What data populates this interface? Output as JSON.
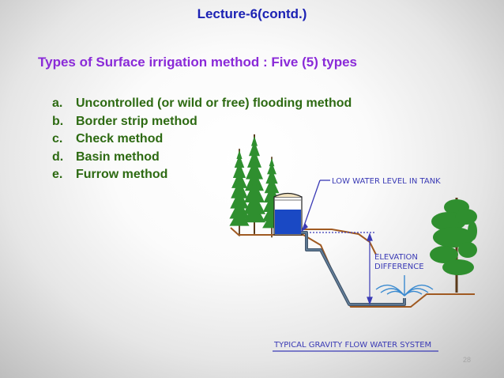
{
  "slide": {
    "title": "Lecture-6(contd.)",
    "subtitle": "Types of Surface irrigation method : Five (5)  types",
    "items": [
      {
        "marker": "a.",
        "text": "Uncontrolled (or wild or free) flooding method"
      },
      {
        "marker": "b.",
        "text": "Border strip method"
      },
      {
        "marker": "c.",
        "text": "Check method"
      },
      {
        "marker": "d.",
        "text": "Basin method"
      },
      {
        "marker": "e.",
        "text": "Furrow method"
      }
    ],
    "page_number": "28"
  },
  "diagram": {
    "label_tank": "LOW WATER LEVEL IN TANK",
    "label_elevation_1": "ELEVATION",
    "label_elevation_2": "DIFFERENCE",
    "caption": "TYPICAL GRAVITY FLOW WATER SYSTEM"
  },
  "colors": {
    "title": "#1c22b4",
    "subtitle": "#8a2ad8",
    "list": "#2d6a12",
    "ground": "#a05a22",
    "pipe": "#44586e",
    "water": "#1a49c4",
    "tree": "#2f8f2f",
    "annotation": "#3a3ab5"
  }
}
